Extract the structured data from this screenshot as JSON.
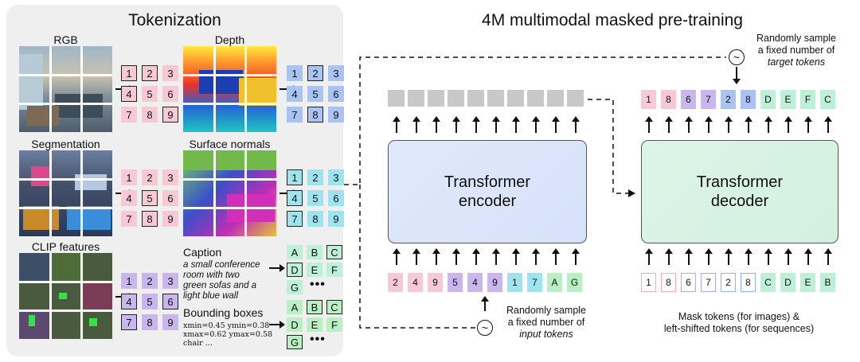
{
  "tokenization": {
    "title": "Tokenization",
    "rgb": {
      "label": "RGB",
      "tokens": [
        "1",
        "2",
        "3",
        "4",
        "5",
        "6",
        "7",
        "8",
        "9"
      ]
    },
    "depth": {
      "label": "Depth",
      "tokens": [
        "1",
        "2",
        "3",
        "4",
        "5",
        "6",
        "7",
        "8",
        "9"
      ]
    },
    "segmentation": {
      "label": "Segmentation",
      "tokens": [
        "1",
        "2",
        "3",
        "4",
        "5",
        "6",
        "7",
        "8",
        "9"
      ]
    },
    "normals": {
      "label": "Surface normals",
      "tokens": [
        "1",
        "2",
        "3",
        "4",
        "5",
        "6",
        "7",
        "8",
        "9"
      ]
    },
    "clip": {
      "label": "CLIP features",
      "tokens": [
        "1",
        "2",
        "3",
        "4",
        "5",
        "6",
        "7",
        "8",
        "9"
      ]
    },
    "caption": {
      "label": "Caption",
      "line1": "a small conference",
      "line2": "room with two",
      "line3": "green sofas and a",
      "line4": "light blue wall",
      "tokens": [
        "A",
        "B",
        "C",
        "D",
        "E",
        "F",
        "G"
      ],
      "ellipsis": "•••"
    },
    "bbox": {
      "label": "Bounding boxes",
      "line1": "xmin=0.45 ymin=0.38",
      "line2": "xmax=0.62 ymax=0.58",
      "line3": "chair ...",
      "tokens": [
        "A",
        "B",
        "C",
        "D",
        "E",
        "F",
        "G"
      ],
      "ellipsis": "•••"
    }
  },
  "pretraining": {
    "title": "4M multimodal masked pre-training",
    "encoder": {
      "line1": "Transformer",
      "line2": "encoder"
    },
    "decoder": {
      "line1": "Transformer",
      "line2": "decoder"
    },
    "input_tokens": [
      "2",
      "4",
      "9",
      "5",
      "4",
      "9",
      "1",
      "7",
      "A",
      "G"
    ],
    "target_tokens": [
      "1",
      "8",
      "6",
      "7",
      "2",
      "8",
      "D",
      "E",
      "F",
      "C"
    ],
    "decoder_input_tokens": [
      "1",
      "8",
      "6",
      "7",
      "2",
      "8",
      "C",
      "D",
      "E",
      "B"
    ],
    "sample_input_note": {
      "line1": "Randomly sample",
      "line2": "a fixed number of",
      "line3": "input tokens"
    },
    "sample_target_note": {
      "line1": "Randomly sample",
      "line2": "a fixed number of",
      "line3": "target tokens"
    },
    "mask_note": {
      "line1": "Mask tokens (for images) &",
      "line2": "left-shifted tokens (for sequences)"
    },
    "tilde_symbol": "~"
  },
  "colors": {
    "rgb": "#f7c8d6",
    "depth": "#a9c4f2",
    "segmentation": "#f7c8d6",
    "normals": "#9fe3ee",
    "clip": "#c9b6ec",
    "caption": "#bdf0d6",
    "bbox": "#b8f0c4",
    "encoder": "#d9e6fb",
    "decoder": "#d7f3e4"
  }
}
